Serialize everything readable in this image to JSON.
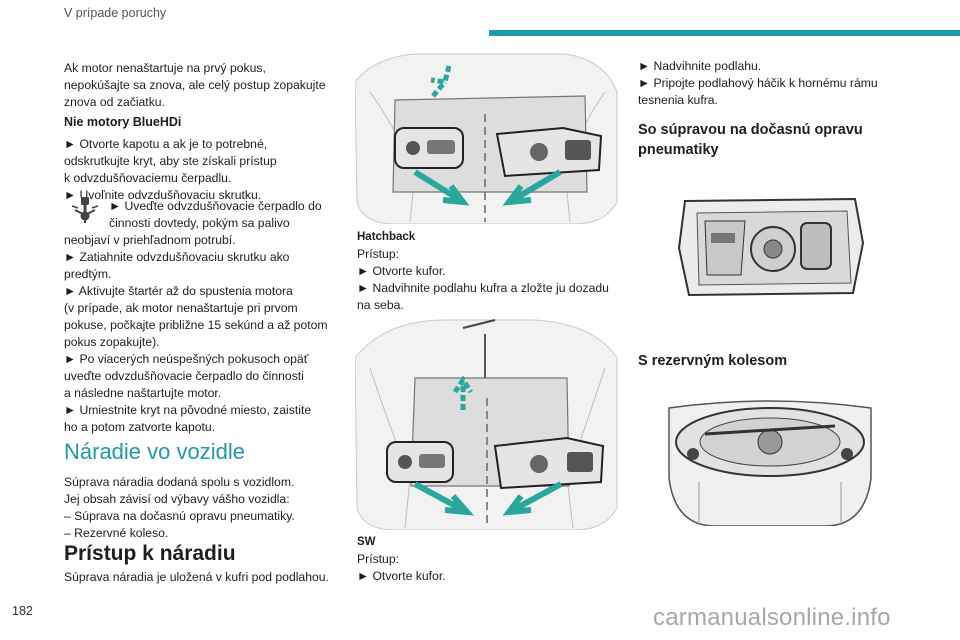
{
  "header": {
    "section": "V prípade poruchy"
  },
  "page_number": "182",
  "watermark": "carmanualsonline.info",
  "col1": {
    "p_intro": "Ak motor nenaštartuje na prvý pokus,\nnepokúšajte sa znova, ale celý postup zopakujte\nznova od začiatku.",
    "h_bluehdi": "Nie motory BlueHDi",
    "p_steps_a": "► Otvorte kapotu a ak je to potrebné,\nodskrutkujte kryt, aby ste získali prístup\nk odvzdušňovaciemu čerpadlu.\n► Uvoľnite odvzdušňovaciu skrutku.",
    "p_pump_line1": "► Uveďte odvzdušňovacie čerpadlo do",
    "p_pump_line2": "činnosti dovtedy, pokým sa palivo",
    "p_steps_b": "neobjaví v priehľadnom potrubí.\n► Zatiahnite odvzdušňovaciu skrutku ako\npredtým.\n► Aktivujte štartér až do spustenia motora\n(v prípade, ak motor nenaštartuje pri prvom\npokuse, počkajte približne 15 sekúnd a až potom\npokus zopakujte).\n► Po viacerých neúspešných pokusoch opäť\nuveďte odvzdušňovacie čerpadlo do činnosti\na následne naštartujte motor.\n► Umiestnite kryt na pôvodné miesto, zaistite\nho a potom zatvorte kapotu.",
    "h_tools": "Náradie vo vozidle",
    "p_tools": "Súprava náradia dodaná spolu s vozidlom.\nJej obsah závisí od výbavy vášho vozidla:\n–  Súprava na dočasnú opravu pneumatiky.\n–  Rezervné koleso.",
    "h_access": "Prístup k náradiu",
    "p_access": "Súprava náradia je uložená v kufri pod podlahou."
  },
  "col2": {
    "h_hatch": "Hatchback",
    "p_hatch": "Prístup:\n► Otvorte kufor.\n► Nadvihnite podlahu kufra a zložte ju dozadu\nna seba.",
    "h_sw": "SW",
    "p_sw": "Prístup:\n► Otvorte kufor."
  },
  "col3": {
    "p_top": "► Nadvihnite podlahu.\n► Pripojte podlahový háčik k hornému rámu\ntesnenia kufra.",
    "h_kit": "So súpravou na dočasnú opravu\npneumatiky",
    "h_spare": "S rezervným kolesom"
  },
  "colors": {
    "accent": "#1f9aa6"
  },
  "icons": [
    "fuel-pump-icon"
  ]
}
